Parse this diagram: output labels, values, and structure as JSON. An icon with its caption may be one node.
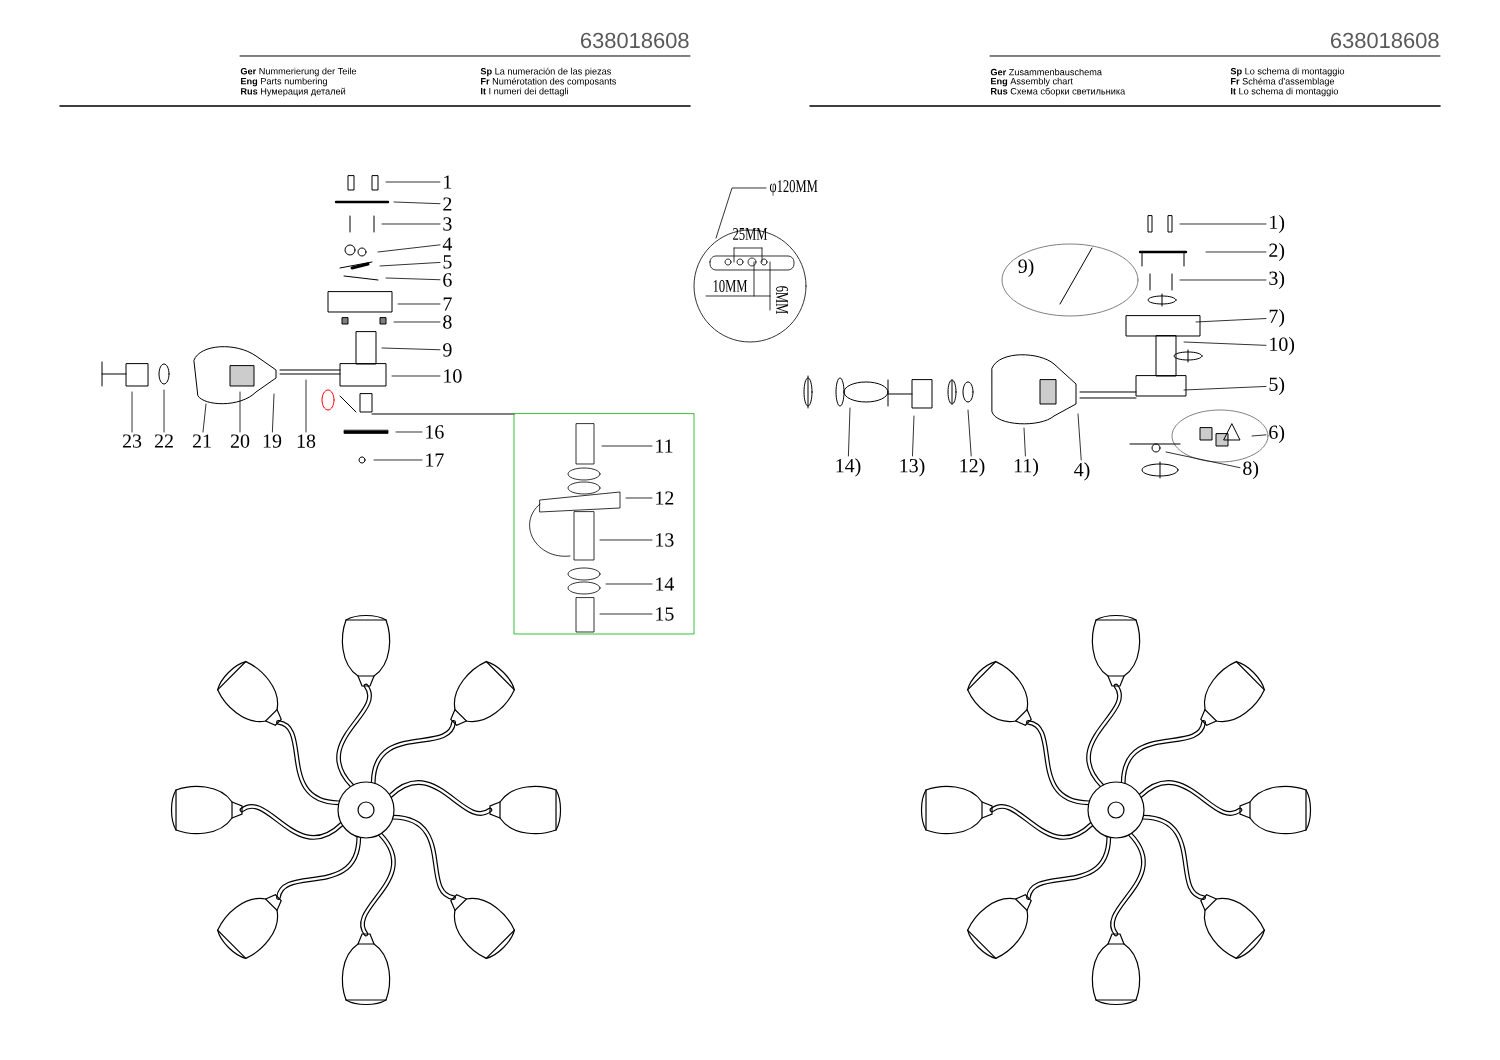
{
  "diagram": {
    "nodes": [
      {
        "text": [
          "1"
        ]
      },
      {
        "text": [
          "2"
        ]
      },
      {
        "text": [
          "3"
        ]
      },
      {
        "text": [
          "4"
        ]
      },
      {
        "text": [
          "5"
        ]
      },
      {
        "text": [
          "6"
        ]
      },
      {
        "text": [
          "7"
        ]
      },
      {
        "text": [
          "8"
        ]
      },
      {
        "text": [
          "9"
        ]
      },
      {
        "text": [
          "10"
        ]
      },
      {
        "text": [
          "11"
        ]
      },
      {
        "text": [
          "12"
        ]
      },
      {
        "text": [
          "13"
        ]
      },
      {
        "text": [
          "14"
        ]
      },
      {
        "text": [
          "15"
        ]
      },
      {
        "text": [
          "16"
        ]
      },
      {
        "text": [
          "17"
        ]
      },
      {
        "text": [
          "23"
        ]
      },
      {
        "text": [
          "22"
        ]
      },
      {
        "text": [
          "21"
        ]
      },
      {
        "text": [
          "20"
        ]
      },
      {
        "text": [
          "19"
        ]
      },
      {
        "text": [
          "18"
        ]
      },
      {
        "text": [
          "1)"
        ]
      },
      {
        "text": [
          "2)"
        ]
      },
      {
        "text": [
          "3)"
        ]
      },
      {
        "text": [
          "7)"
        ]
      },
      {
        "text": [
          "10)"
        ]
      },
      {
        "text": [
          "5)"
        ]
      },
      {
        "text": [
          "6)"
        ]
      },
      {
        "text": [
          "8)"
        ]
      },
      {
        "text": [
          "14)"
        ]
      },
      {
        "text": [
          "13)"
        ]
      },
      {
        "text": [
          "12)"
        ]
      },
      {
        "text": [
          "11)"
        ]
      },
      {
        "text": [
          "4)"
        ]
      }
    ],
    "edges": [
      {
        "from": 0,
        "to": null,
        "arrow": "none"
      },
      {
        "from": 1,
        "to": null,
        "arrow": "none"
      },
      {
        "from": 2,
        "to": null,
        "arrow": "none"
      },
      {
        "from": 3,
        "to": null,
        "arrow": "none"
      },
      {
        "from": 4,
        "to": null,
        "arrow": "none"
      },
      {
        "from": 5,
        "to": null,
        "arrow": "none"
      },
      {
        "from": 6,
        "to": null,
        "arrow": "none"
      },
      {
        "from": 7,
        "to": null,
        "arrow": "none"
      },
      {
        "from": 8,
        "to": null,
        "arrow": "none"
      },
      {
        "from": 9,
        "to": null,
        "arrow": "none"
      },
      {
        "from": 10,
        "to": null,
        "arrow": "none"
      },
      {
        "from": 11,
        "to": null,
        "arrow": "none"
      },
      {
        "from": 12,
        "to": null,
        "arrow": "none"
      },
      {
        "from": 13,
        "to": null,
        "arrow": "none"
      },
      {
        "from": 14,
        "to": null,
        "arrow": "none"
      },
      {
        "from": 15,
        "to": null,
        "arrow": "none"
      },
      {
        "from": 16,
        "to": null,
        "arrow": "none"
      },
      {
        "from": 17,
        "to": null,
        "arrow": "none"
      },
      {
        "from": 18,
        "to": null,
        "arrow": "none"
      },
      {
        "from": 19,
        "to": null,
        "arrow": "none"
      },
      {
        "from": 20,
        "to": null,
        "arrow": "none"
      },
      {
        "from": 21,
        "to": null,
        "arrow": "none"
      },
      {
        "from": 22,
        "to": null,
        "arrow": "none"
      },
      {
        "from": 23,
        "to": null,
        "arrow": "none"
      },
      {
        "from": 24,
        "to": null,
        "arrow": "none"
      },
      {
        "from": 25,
        "to": null,
        "arrow": "none"
      },
      {
        "from": 26,
        "to": null,
        "arrow": "none"
      },
      {
        "from": 27,
        "to": null,
        "arrow": "none"
      },
      {
        "from": 28,
        "to": null,
        "arrow": "none"
      },
      {
        "from": 29,
        "to": null,
        "arrow": "none"
      },
      {
        "from": 30,
        "to": null,
        "arrow": "none"
      },
      {
        "from": 31,
        "to": null,
        "arrow": "none"
      },
      {
        "from": 32,
        "to": null,
        "arrow": "none"
      },
      {
        "from": 33,
        "to": null,
        "arrow": "none"
      },
      {
        "from": 34,
        "to": null,
        "arrow": "none"
      },
      {
        "from": 35,
        "to": null,
        "arrow": "none"
      }
    ],
    "labels": [
      "638018608",
      "**Ger** Nummerierung der Teile",
      "**Eng** Parts numbering",
      "**Rus** Нумерация деталей",
      "**Sp** La numeración de las piezas",
      "**Fr** Numérotation des composants",
      "**It** I numeri dei dettagli",
      "638018608",
      "**Ger** Zusammenbauschema",
      "**Eng** Assembly chart",
      "**Rus** Схема сборки светильника",
      "**Sp** Lo schema di montaggio",
      "**Fr** Schéma d'assemblage",
      "**It** Lo schema di montaggio",
      "φ120MM",
      "25MM",
      "10MM",
      "6MM",
      "9)"
    ]
  }
}
